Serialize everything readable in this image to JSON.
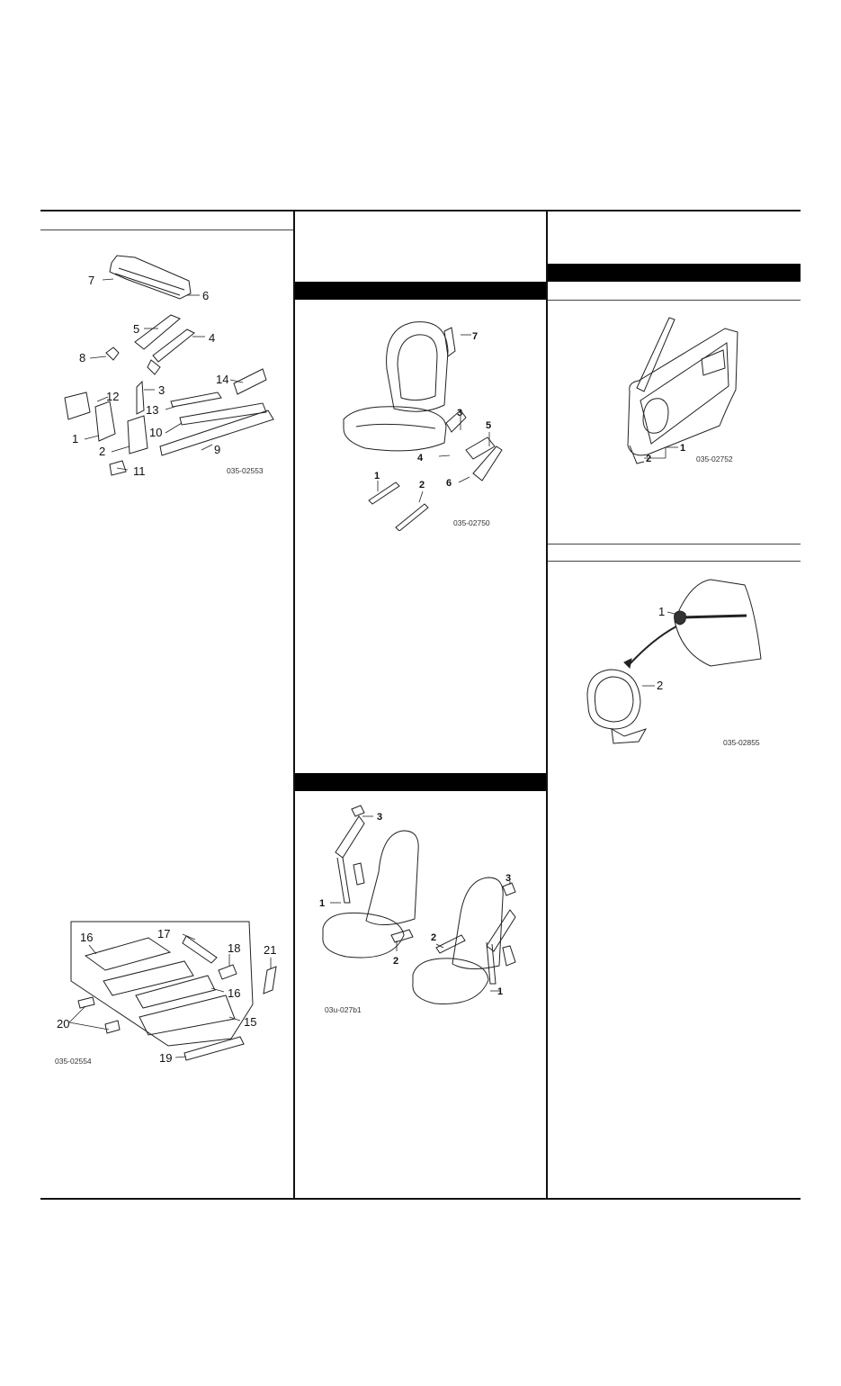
{
  "figures": {
    "body_front": {
      "code": "035-02553",
      "callouts": [
        "1",
        "2",
        "3",
        "4",
        "5",
        "6",
        "7",
        "8",
        "9",
        "10",
        "11",
        "12",
        "13",
        "14"
      ]
    },
    "body_floor": {
      "code": "035-02554",
      "callouts": [
        "15",
        "16",
        "16",
        "17",
        "18",
        "19",
        "20",
        "21"
      ]
    },
    "seat": {
      "code": "035-02750",
      "callouts": [
        "1",
        "2",
        "3",
        "4",
        "5",
        "6",
        "7"
      ]
    },
    "seatbelt": {
      "code": "03u-027b1",
      "callouts": [
        "1",
        "1",
        "2",
        "2",
        "3",
        "3"
      ]
    },
    "door": {
      "code": "035-02752",
      "callouts": [
        "1",
        "2"
      ]
    },
    "mirror": {
      "code": "035-02855",
      "callouts": [
        "1",
        "2"
      ]
    }
  },
  "colors": {
    "ink": "#111111",
    "band": "#000000",
    "paper": "#ffffff"
  }
}
